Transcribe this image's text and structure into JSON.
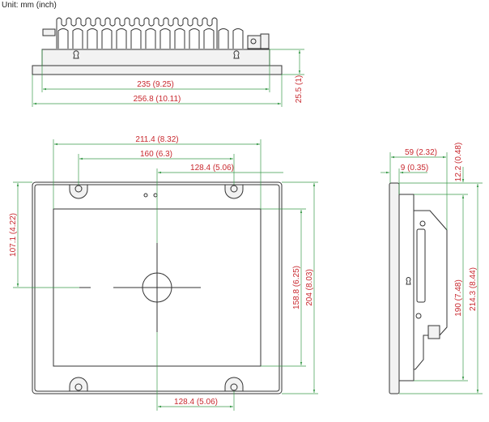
{
  "unit_label": "Unit: mm (inch)",
  "colors": {
    "dimension_text": "#c8282e",
    "dimension_line": "#3a9a4a",
    "outline": "#333333"
  },
  "top_view": {
    "width_inner": "235 (9.25)",
    "width_outer": "256.8 (10.11)",
    "depth": "25.5 (1)"
  },
  "front_view": {
    "screen_width": "211.4 (8.32)",
    "mount_spacing_top": "160 (6.3)",
    "offset_top": "128.4 (5.06)",
    "offset_bottom": "128.4 (5.06)",
    "center_height": "107.1 (4.22)",
    "screen_height": "158.8 (6.25)",
    "bezel_height_inner": "204 (8.03)"
  },
  "side_view": {
    "depth_total": "59 (2.32)",
    "bezel_depth": "9 (0.35)",
    "top_offset": "12.2 (0.48)",
    "body_height": "190 (7.48)",
    "total_height": "214.3 (8.44)"
  }
}
